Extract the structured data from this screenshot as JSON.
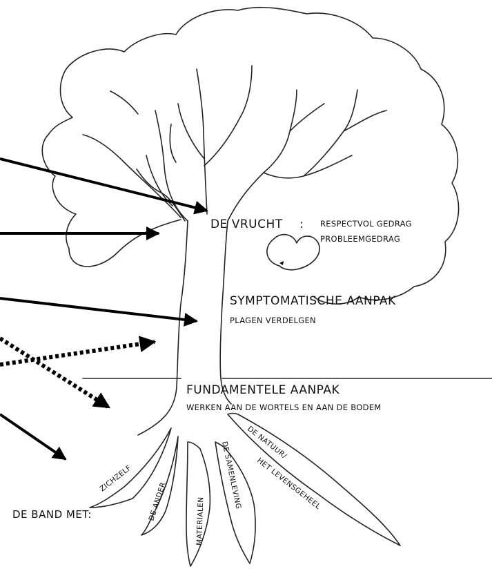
{
  "fruit": {
    "title": "DE VRUCHT",
    "colon": ":",
    "behavior_positive": "RESPECTVOL GEDRAG",
    "behavior_negative": "PROBLEEMGEDRAG"
  },
  "symptomatic": {
    "title": "SYMPTOMATISCHE AANPAK",
    "subtitle": "PLAGEN VERDELGEN"
  },
  "fundamental": {
    "title": "FUNDAMENTELE AANPAK",
    "subtitle": "WERKEN AAN DE WORTELS EN AAN DE BODEM"
  },
  "roots": {
    "intro": "DE BAND MET:",
    "items": [
      "ZICHZELF",
      "DE ANDER",
      "MATERIALEN",
      "DE SAMENLEVING",
      "DE NATUUR/",
      "HET LEVENSGEHEEL"
    ]
  }
}
